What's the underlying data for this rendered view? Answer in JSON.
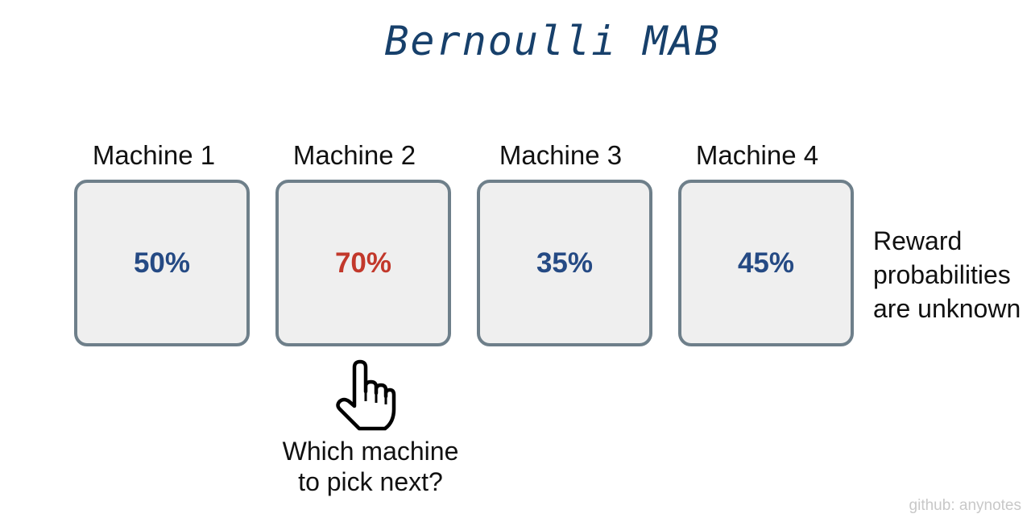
{
  "title": "Bernoulli MAB",
  "machines": [
    {
      "label": "Machine 1",
      "probability": "50%",
      "highlight": false
    },
    {
      "label": "Machine 2",
      "probability": "70%",
      "highlight": true
    },
    {
      "label": "Machine 3",
      "probability": "35%",
      "highlight": false
    },
    {
      "label": "Machine 4",
      "probability": "45%",
      "highlight": false
    }
  ],
  "reward_note": [
    "Reward",
    "probabilities",
    "are unknown"
  ],
  "question": [
    "Which machine",
    "to pick next?"
  ],
  "pointer_icon": "hand-pointer-icon",
  "watermark": "github: anynotes",
  "colors": {
    "title": "#17406b",
    "probability": "#254a84",
    "highlight": "#c2382b",
    "box_border": "#6e7f8a",
    "box_fill": "#efefef"
  }
}
